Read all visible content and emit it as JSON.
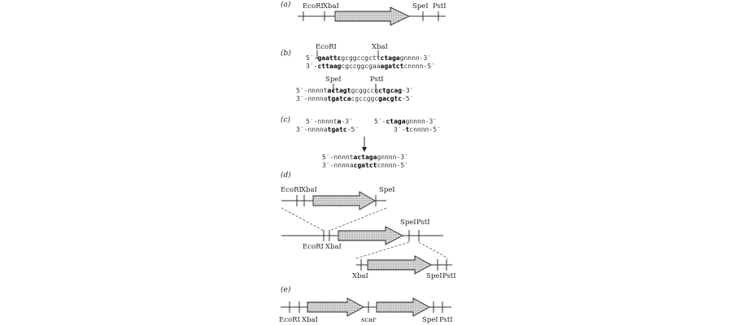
{
  "panels": {
    "a": "(a)",
    "b": "(b)",
    "c": "(c)",
    "d": "(d)",
    "e": "(e)"
  },
  "sites": {
    "ecori": "EcoRI",
    "xbai": "XbaI",
    "spei": "SpeI",
    "psti": "PstI"
  },
  "scar_label": "scar",
  "b": {
    "prefix_top": {
      "pre": "5′-",
      "b1": "gaattc",
      "mid": "gcggccgctt",
      "b2": "ctaga",
      "post": "gnnnn-3′"
    },
    "prefix_bot": {
      "pre": "3′-",
      "b1": "cttaag",
      "mid": "cgccggcgaa",
      "b2": "agatct",
      "post": "cnnnn-5′"
    },
    "suffix_top": {
      "pre": "5′-nnnnt",
      "b1": "actagt",
      "mid": "gcggccg",
      "b2": "ctgcag",
      "post": "-3′"
    },
    "suffix_bot": {
      "pre": "3′-nnnna",
      "b1": "tgatca",
      "mid": "cgccggc",
      "b2": "gacgtc",
      "post": "-5′"
    }
  },
  "c": {
    "left_top": {
      "pre": "5′-nnnnt",
      "b": "a",
      "post": "-3′"
    },
    "left_bot": {
      "pre": "3′-nnnna",
      "b": "tgatc",
      "post": "-5′"
    },
    "right_top": {
      "pre": "5′-",
      "b": "ctaga",
      "post": "gnnnn-3′"
    },
    "right_bot": {
      "pre": "3′-",
      "b": "t",
      "post": "cnnnn-5′"
    },
    "joined_top": {
      "pre": "5′-nnnnt",
      "b": "actaga",
      "post": "gnnnn-3′"
    },
    "joined_bot": {
      "pre": "3′-nnnna",
      "b": "cgatct",
      "post": "cnnnn-5′"
    }
  }
}
